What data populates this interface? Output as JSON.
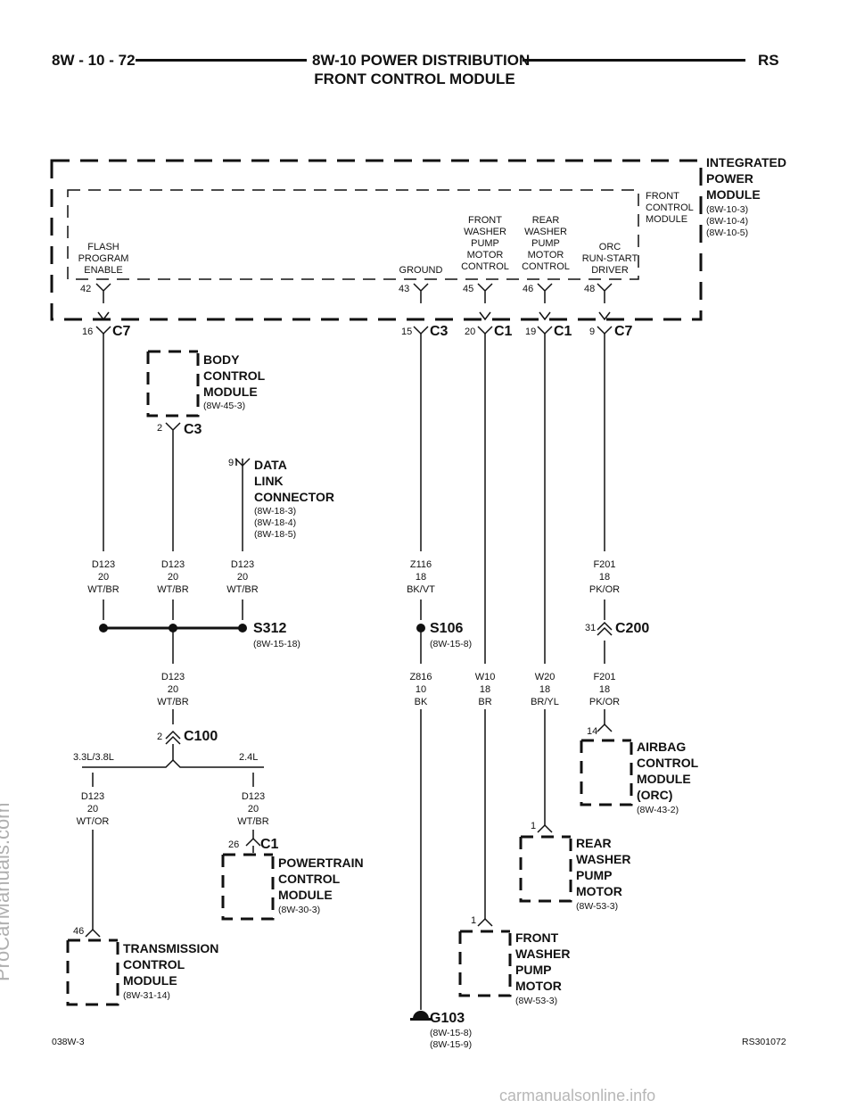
{
  "header": {
    "page_code": "8W - 10 - 72",
    "title_line1": "8W-10 POWER DISTRIBUTION",
    "title_line2": "FRONT CONTROL MODULE",
    "model": "RS"
  },
  "ipm": {
    "name": [
      "INTEGRATED",
      "POWER",
      "MODULE"
    ],
    "refs": [
      "(8W-10-3)",
      "(8W-10-4)",
      "(8W-10-5)"
    ]
  },
  "fcm": {
    "name": [
      "FRONT",
      "CONTROL",
      "MODULE"
    ],
    "functions": [
      {
        "label": [
          "FLASH",
          "PROGRAM",
          "ENABLE"
        ],
        "pin": "42"
      },
      {
        "label": [
          "GROUND"
        ],
        "pin": "43"
      },
      {
        "label": [
          "FRONT",
          "WASHER",
          "PUMP",
          "MOTOR",
          "CONTROL"
        ],
        "pin": "45"
      },
      {
        "label": [
          "REAR",
          "WASHER",
          "PUMP",
          "MOTOR",
          "CONTROL"
        ],
        "pin": "46"
      },
      {
        "label": [
          "ORC",
          "RUN-START",
          "DRIVER"
        ],
        "pin": "48"
      }
    ]
  },
  "ipm_connectors": [
    {
      "pin": "16",
      "name": "C7"
    },
    {
      "pin": "15",
      "name": "C3"
    },
    {
      "pin": "20",
      "name": "C1"
    },
    {
      "pin": "19",
      "name": "C1"
    },
    {
      "pin": "9",
      "name": "C7"
    }
  ],
  "bcm": {
    "name": [
      "BODY",
      "CONTROL",
      "MODULE"
    ],
    "ref": "(8W-45-3)",
    "pin": "2",
    "conn": "C3"
  },
  "dlc": {
    "name": [
      "DATA",
      "LINK",
      "CONNECTOR"
    ],
    "refs": [
      "(8W-18-3)",
      "(8W-18-4)",
      "(8W-18-5)"
    ],
    "pin": "9"
  },
  "wires": {
    "d123_a": [
      "D123",
      "20",
      "WT/BR"
    ],
    "d123_b": [
      "D123",
      "20",
      "WT/BR"
    ],
    "d123_c": [
      "D123",
      "20",
      "WT/BR"
    ],
    "z116": [
      "Z116",
      "18",
      "BK/VT"
    ],
    "f201_a": [
      "F201",
      "18",
      "PK/OR"
    ],
    "d123_d": [
      "D123",
      "20",
      "WT/BR"
    ],
    "z816": [
      "Z816",
      "10",
      "BK"
    ],
    "w10": [
      "W10",
      "18",
      "BR"
    ],
    "w20": [
      "W20",
      "18",
      "BR/YL"
    ],
    "f201_b": [
      "F201",
      "18",
      "PK/OR"
    ],
    "d123_or": [
      "D123",
      "20",
      "WT/OR"
    ],
    "d123_e": [
      "D123",
      "20",
      "WT/BR"
    ]
  },
  "splices": {
    "s312": {
      "name": "S312",
      "ref": "(8W-15-18)"
    },
    "s106": {
      "name": "S106",
      "ref": "(8W-15-8)"
    }
  },
  "c200": {
    "pin": "31",
    "name": "C200"
  },
  "c100": {
    "pin": "2",
    "name": "C100"
  },
  "engine_options": [
    "3.3L/3.8L",
    "2.4L"
  ],
  "orc": {
    "name": [
      "AIRBAG",
      "CONTROL",
      "MODULE",
      "(ORC)"
    ],
    "ref": "(8W-43-2)",
    "pin": "14"
  },
  "rear_washer": {
    "name": [
      "REAR",
      "WASHER",
      "PUMP",
      "MOTOR"
    ],
    "ref": "(8W-53-3)",
    "pin": "1"
  },
  "pcm": {
    "name": [
      "POWERTRAIN",
      "CONTROL",
      "MODULE"
    ],
    "ref": "(8W-30-3)",
    "pin": "26",
    "conn": "C1"
  },
  "front_washer": {
    "name": [
      "FRONT",
      "WASHER",
      "PUMP",
      "MOTOR"
    ],
    "ref": "(8W-53-3)",
    "pin": "1"
  },
  "tcm": {
    "name": [
      "TRANSMISSION",
      "CONTROL",
      "MODULE"
    ],
    "ref": "(8W-31-14)",
    "pin": "46"
  },
  "ground": {
    "name": "G103",
    "refs": [
      "(8W-15-8)",
      "(8W-15-9)"
    ]
  },
  "footer": {
    "left": "038W-3",
    "right": "RS301072"
  },
  "watermarks": {
    "side": "ProCarManuals.com",
    "bottom": "carmanualsonline.info"
  }
}
